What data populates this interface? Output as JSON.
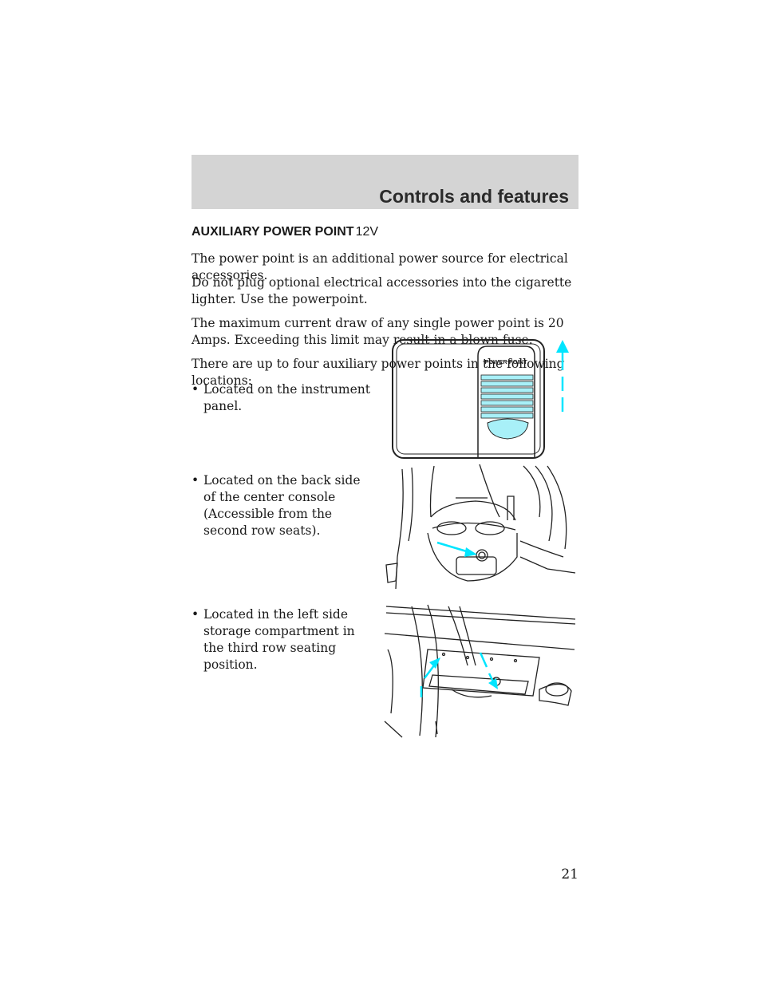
{
  "header": {
    "title": "Controls and features"
  },
  "section": {
    "heading": "AUXILIARY POWER POINT",
    "unit": "12V"
  },
  "paragraphs": [
    "The power point is an additional power source for electrical accessories.",
    "Do not plug optional electrical accessories into the cigarette lighter. Use the powerpoint.",
    "The maximum current draw of any single power point is 20 Amps. Exceeding this limit may result in a blown fuse.",
    "There are up to four auxiliary power points in the following locations:"
  ],
  "bullets": [
    "Located on the instrument panel.",
    "Located on the back side of the center console (Accessible from the second row seats).",
    "Located in the left side storage compartment in the third row seating position."
  ],
  "figure1": {
    "label": "POWER POINT"
  },
  "colors": {
    "accent": "#00e5ff",
    "header_band": "#d4d4d4"
  },
  "page_number": "21"
}
